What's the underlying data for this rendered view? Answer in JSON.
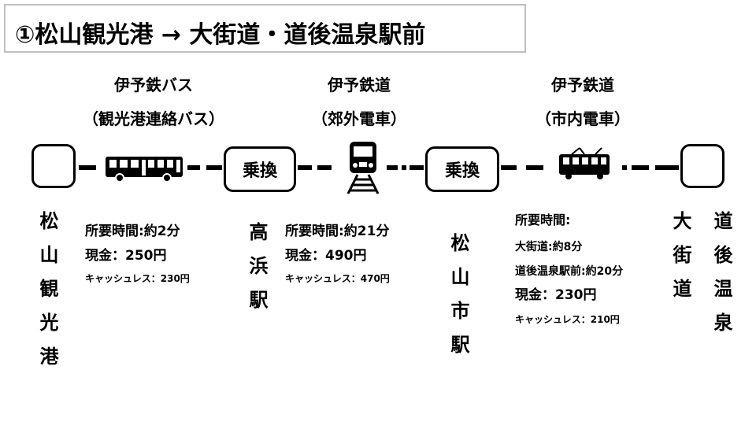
{
  "title": "①松山観光港 → 大街道・道後温泉駅前",
  "operators": [
    {
      "name": "伊予鉄バス",
      "sub": "（観光港連絡バス）"
    },
    {
      "name": "伊予鉄道",
      "sub": "（郊外電車）"
    },
    {
      "name": "伊予鉄道",
      "sub": "（市内電車）"
    }
  ],
  "transfer_label": "乗換",
  "stations": {
    "origin": "松山観光港",
    "takahama": "高浜駅",
    "matsuyamashi": "松山市駅",
    "okaido": "大街道",
    "dogo": "道後温泉"
  },
  "legs": [
    {
      "time": "所要時間:約2分",
      "cash": "現金：250円",
      "cashless": "キャッシュレス：230円"
    },
    {
      "time": "所要時間:約21分",
      "cash": "現金：490円",
      "cashless": "キャッシュレス：470円"
    },
    {
      "time": "所要時間:",
      "time_okaido": "大街道:約8分",
      "time_dogo": "道後温泉駅前:約20分",
      "cash": "現金：230円",
      "cashless": "キャッシュレス：210円"
    }
  ],
  "icons": [
    "bus-icon",
    "suburban-train-icon",
    "tram-icon"
  ],
  "colors": {
    "line": "#000000",
    "border": "#bfbfbf"
  }
}
